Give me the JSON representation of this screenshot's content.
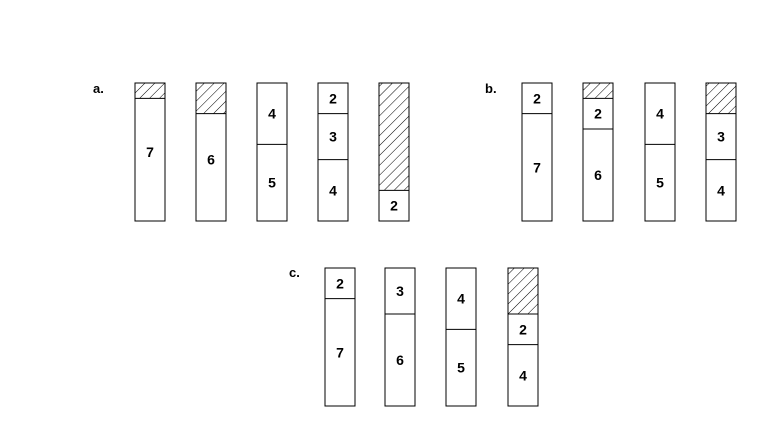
{
  "panels": [
    {
      "label": "a.",
      "bins": [
        {
          "segments": [
            {
              "kind": "hatched",
              "size": 1
            },
            {
              "kind": "item",
              "label": "7",
              "size": 7
            }
          ]
        },
        {
          "segments": [
            {
              "kind": "hatched",
              "size": 2
            },
            {
              "kind": "item",
              "label": "6",
              "size": 6
            }
          ]
        },
        {
          "segments": [
            {
              "kind": "item",
              "label": "4",
              "size": 4
            },
            {
              "kind": "item",
              "label": "5",
              "size": 5
            }
          ]
        },
        {
          "segments": [
            {
              "kind": "item",
              "label": "2",
              "size": 2
            },
            {
              "kind": "item",
              "label": "3",
              "size": 3
            },
            {
              "kind": "item",
              "label": "4",
              "size": 4
            }
          ]
        },
        {
          "segments": [
            {
              "kind": "hatched",
              "size": 7
            },
            {
              "kind": "item",
              "label": "2",
              "size": 2
            }
          ]
        }
      ]
    },
    {
      "label": "b.",
      "bins": [
        {
          "segments": [
            {
              "kind": "item",
              "label": "2",
              "size": 2
            },
            {
              "kind": "item",
              "label": "7",
              "size": 7
            }
          ]
        },
        {
          "segments": [
            {
              "kind": "hatched",
              "size": 1
            },
            {
              "kind": "item",
              "label": "2",
              "size": 2
            },
            {
              "kind": "item",
              "label": "6",
              "size": 6
            }
          ]
        },
        {
          "segments": [
            {
              "kind": "item",
              "label": "4",
              "size": 4
            },
            {
              "kind": "item",
              "label": "5",
              "size": 5
            }
          ]
        },
        {
          "segments": [
            {
              "kind": "hatched",
              "size": 2
            },
            {
              "kind": "item",
              "label": "3",
              "size": 3
            },
            {
              "kind": "item",
              "label": "4",
              "size": 4
            }
          ]
        }
      ]
    },
    {
      "label": "c.",
      "bins": [
        {
          "segments": [
            {
              "kind": "item",
              "label": "2",
              "size": 2
            },
            {
              "kind": "item",
              "label": "7",
              "size": 7
            }
          ]
        },
        {
          "segments": [
            {
              "kind": "item",
              "label": "3",
              "size": 3
            },
            {
              "kind": "item",
              "label": "6",
              "size": 6
            }
          ]
        },
        {
          "segments": [
            {
              "kind": "item",
              "label": "4",
              "size": 4
            },
            {
              "kind": "item",
              "label": "5",
              "size": 5
            }
          ]
        },
        {
          "segments": [
            {
              "kind": "hatched",
              "size": 3
            },
            {
              "kind": "item",
              "label": "2",
              "size": 2
            },
            {
              "kind": "item",
              "label": "4",
              "size": 4
            }
          ]
        }
      ]
    }
  ],
  "colors": {
    "stroke": "#000000",
    "fill": "#ffffff",
    "hatch": "#000000",
    "text": "#000000"
  }
}
